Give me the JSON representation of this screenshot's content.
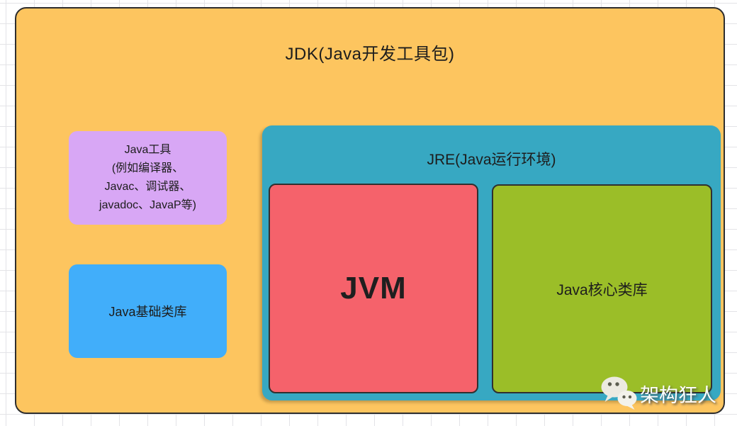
{
  "colors": {
    "jdk_bg": "#FDC55F",
    "tools_bg": "#D8A7F5",
    "base_lib_bg": "#41AEFA",
    "jre_bg": "#37A8C2",
    "jvm_bg": "#F5626B",
    "core_lib_bg": "#9BBE28",
    "box_border": "#2E2E2E",
    "text": "#1D1D1D",
    "watermark_text": "#FFFFFF",
    "grid_line": "#E3E3E7"
  },
  "diagram": {
    "jdk_title": "JDK(Java开发工具包)",
    "tools": {
      "lines": [
        "Java工具",
        "(例如编译器、",
        "Javac、调试器、",
        "javadoc、JavaP等)"
      ]
    },
    "base_lib_label": "Java基础类库",
    "jre_title": "JRE(Java运行环境)",
    "jvm_label": "JVM",
    "core_lib_label": "Java核心类库"
  },
  "watermark": {
    "icon": "wechat-icon",
    "text": "架构狂人"
  }
}
